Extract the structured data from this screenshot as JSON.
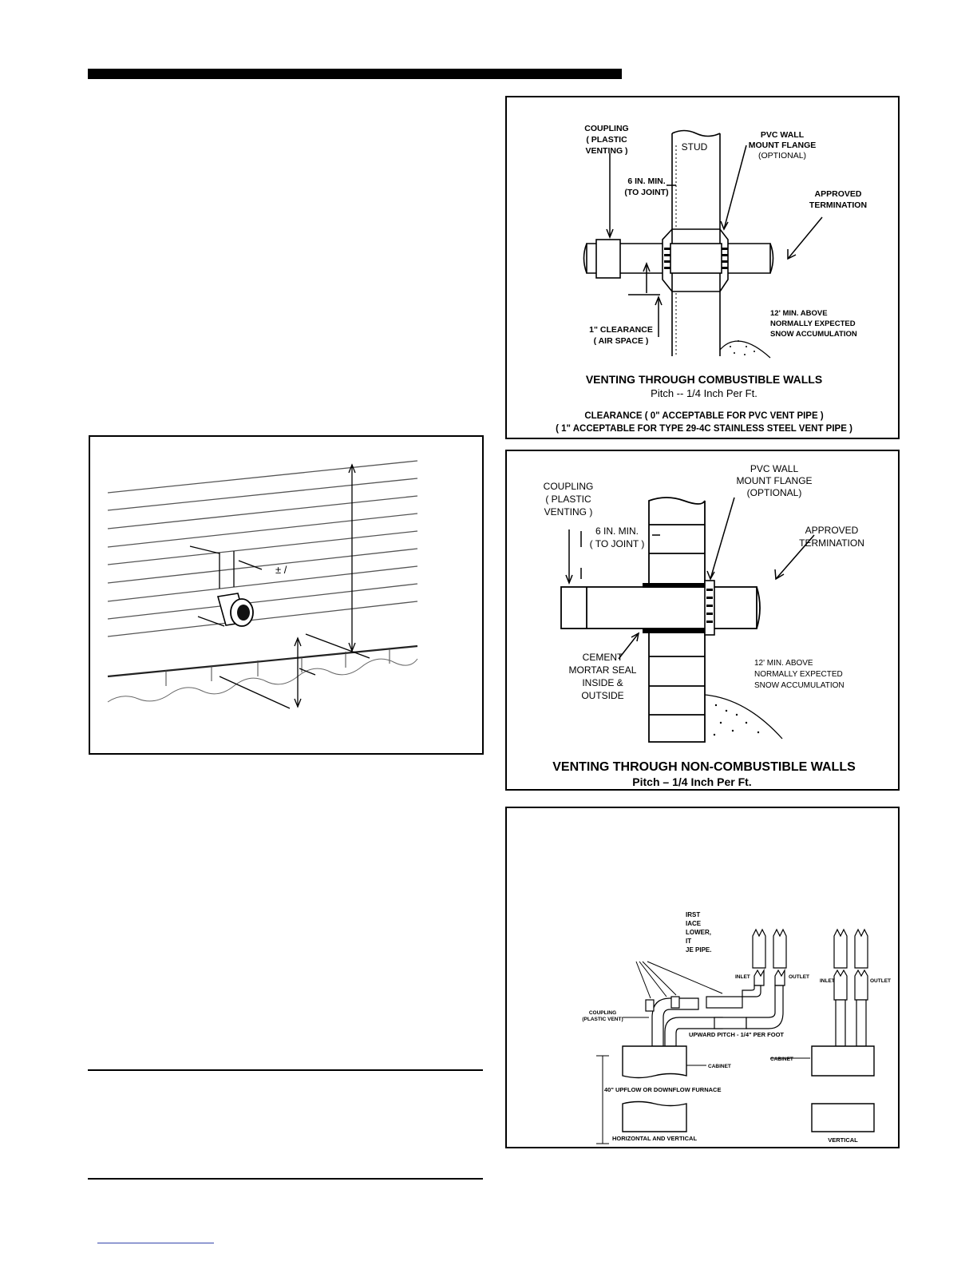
{
  "siding_figure": {
    "offset_label": "± /"
  },
  "combustible_figure": {
    "labels": {
      "coupling_1": "COUPLING",
      "coupling_2": "( PLASTIC",
      "coupling_3": "VENTING )",
      "stud": "STUD",
      "flange_1": "PVC  WALL",
      "flange_2": "MOUNT FLANGE",
      "flange_3": "(OPTIONAL)",
      "min_1": "6 IN. MIN.",
      "min_2": "(TO JOINT)",
      "approved_1": "APPROVED",
      "approved_2": "TERMINATION",
      "clearance_1": "1\" CLEARANCE",
      "clearance_2": "( AIR SPACE )",
      "snow_1": "12' MIN. ABOVE",
      "snow_2": "NORMALLY EXPECTED",
      "snow_3": "SNOW ACCUMULATION"
    },
    "title": "VENTING THROUGH COMBUSTIBLE WALLS",
    "subtitle": "Pitch -- 1/4 Inch Per Ft.",
    "note_1": "CLEARANCE ( 0\" ACCEPTABLE FOR PVC VENT PIPE )",
    "note_2": "( 1\" ACCEPTABLE FOR TYPE 29-4C STAINLESS STEEL VENT PIPE )"
  },
  "noncombustible_figure": {
    "labels": {
      "coupling_1": "COUPLING",
      "coupling_2": "( PLASTIC",
      "coupling_3": "VENTING )",
      "flange_1": "PVC  WALL",
      "flange_2": "MOUNT FLANGE",
      "flange_3": "(OPTIONAL)",
      "min_1": "6 IN. MIN.",
      "min_2": "( TO JOINT )",
      "approved_1": "APPROVED",
      "approved_2": "TERMINATION",
      "cement_1": "CEMENT",
      "cement_2": "MORTAR SEAL",
      "cement_3": "INSIDE &",
      "cement_4": "OUTSIDE",
      "snow_1": "12' MIN. ABOVE",
      "snow_2": "NORMALLY EXPECTED",
      "snow_3": "SNOW ACCUMULATION"
    },
    "title": "VENTING THROUGH NON-COMBUSTIBLE WALLS",
    "subtitle": "Pitch – 1/4 Inch Per Ft."
  },
  "furnace_figure": {
    "fragment_1": "IRST",
    "fragment_2": "IACE",
    "fragment_3": "LOWER,",
    "fragment_4": "IT",
    "fragment_5": "JE PIPE.",
    "inlet_left": "INLET",
    "outlet_left": "OUTLET",
    "inlet_right": "INLET",
    "outlet_right": "OUTLET",
    "coupling_1": "COUPLING",
    "coupling_2": "(PLASTIC VENT)",
    "pitch": "UPWARD PITCH - 1/4\" PER FOOT",
    "cabinet_left": "CABINET",
    "cabinet_right": "CABINET",
    "furnace": "40\" UPFLOW OR DOWNFLOW FURNACE",
    "caption_left": "HORIZONTAL AND VERTICAL",
    "caption_right": "VERTICAL"
  }
}
